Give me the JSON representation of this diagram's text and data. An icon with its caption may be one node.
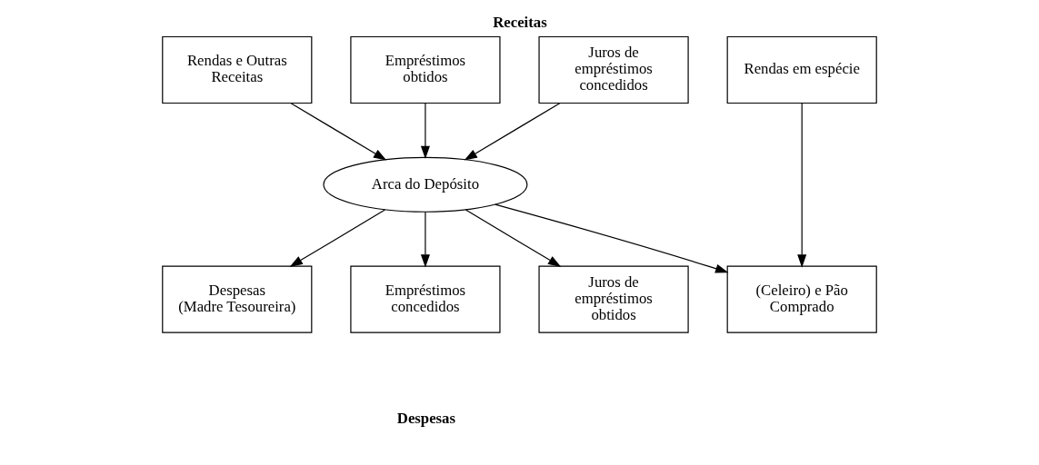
{
  "diagram": {
    "title": "Receitas",
    "caption": "Despesas",
    "nodes": [
      {
        "text": [
          "Rendas e Outras Receitas"
        ]
      },
      {
        "text": [
          "Empréstimos obtidos"
        ]
      },
      {
        "text": [
          "Juros de empréstimos concedidos"
        ]
      },
      {
        "text": [
          "Rendas em espécie"
        ]
      },
      {
        "text": [
          "Arca do Depósito"
        ]
      },
      {
        "text": [
          "Despesas (Madre Tesoureira)"
        ]
      },
      {
        "text": [
          "Empréstimos concedidos"
        ]
      },
      {
        "text": [
          "Juros de empréstimos obtidos"
        ]
      },
      {
        "text": [
          "(Celeiro) e Pão Comprado"
        ]
      }
    ],
    "edges": [
      {
        "from": 0,
        "to": 4,
        "arrow": "to"
      },
      {
        "from": 1,
        "to": 4,
        "arrow": "to"
      },
      {
        "from": 2,
        "to": 4,
        "arrow": "to"
      },
      {
        "from": 4,
        "to": 5,
        "arrow": "to"
      },
      {
        "from": 4,
        "to": 6,
        "arrow": "to"
      },
      {
        "from": 4,
        "to": 7,
        "arrow": "to"
      },
      {
        "from": 4,
        "to": 8,
        "arrow": "to"
      },
      {
        "from": 3,
        "to": 8,
        "arrow": "to"
      }
    ]
  }
}
